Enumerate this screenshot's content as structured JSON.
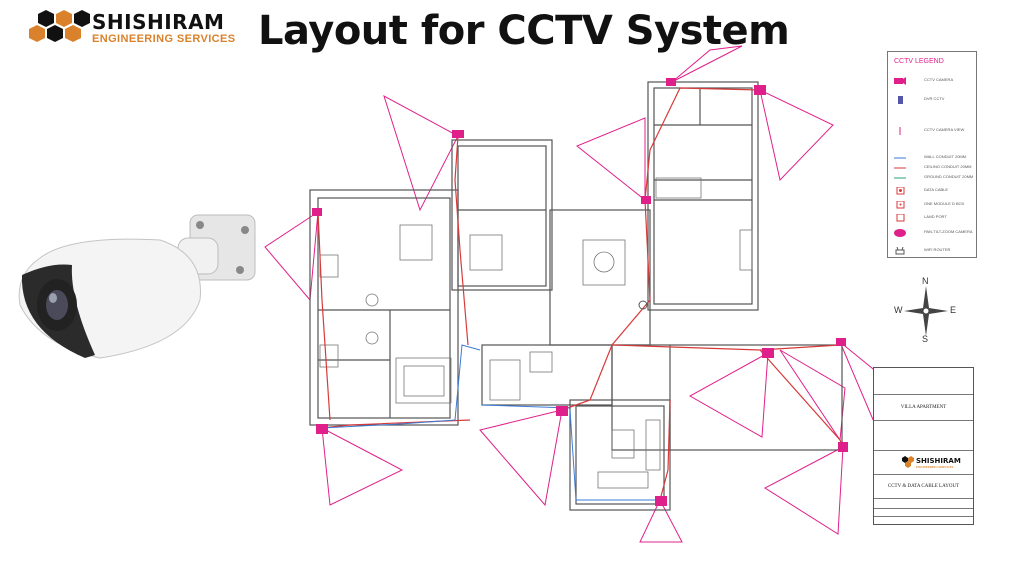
{
  "brand": {
    "name": "SHISHIRAM",
    "subtitle": "ENGINEERING SERVICES"
  },
  "page_title": "Layout for CCTV System",
  "colors": {
    "accent_orange": "#d9822b",
    "camera_magenta": "#e0208a",
    "conduit_red": "#d83a3a",
    "conduit_blue": "#3a7bd5"
  },
  "legend": {
    "title": "CCTV LEGEND",
    "items": [
      {
        "label": "CCTV CAMERA",
        "icon": "cctv-camera-icon"
      },
      {
        "label": "DVR CCTV",
        "icon": "dvr-icon"
      },
      {
        "label": "CCTV CAMERA VIEW",
        "icon": "camera-view-icon"
      },
      {
        "label": "WALL CONDUIT 20MM",
        "icon": "wall-conduit-icon"
      },
      {
        "label": "CEILING CONDUIT 20MM",
        "icon": "ceiling-conduit-icon"
      },
      {
        "label": "GROUND CONDUIT 20MM",
        "icon": "ground-conduit-icon"
      },
      {
        "label": "DATA CABLE",
        "icon": "data-cable-icon"
      },
      {
        "label": "ONE MODULE D BOX",
        "icon": "d-box-icon"
      },
      {
        "label": "LAND PORT",
        "icon": "land-port-icon"
      },
      {
        "label": "PAN-TILT-ZOOM CAMERA",
        "icon": "ptz-camera-icon"
      },
      {
        "label": "WIFI ROUTER",
        "icon": "wifi-router-icon"
      }
    ]
  },
  "compass": {
    "n": "N",
    "s": "S",
    "e": "E",
    "w": "W"
  },
  "title_block": {
    "project": "VILLA APARTMENT",
    "sheet_title": "CCTV & DATA CABLE LAYOUT",
    "company_logo_name": "SHISHIRAM",
    "company_logo_sub": "ENGINEERING SERVICES"
  }
}
